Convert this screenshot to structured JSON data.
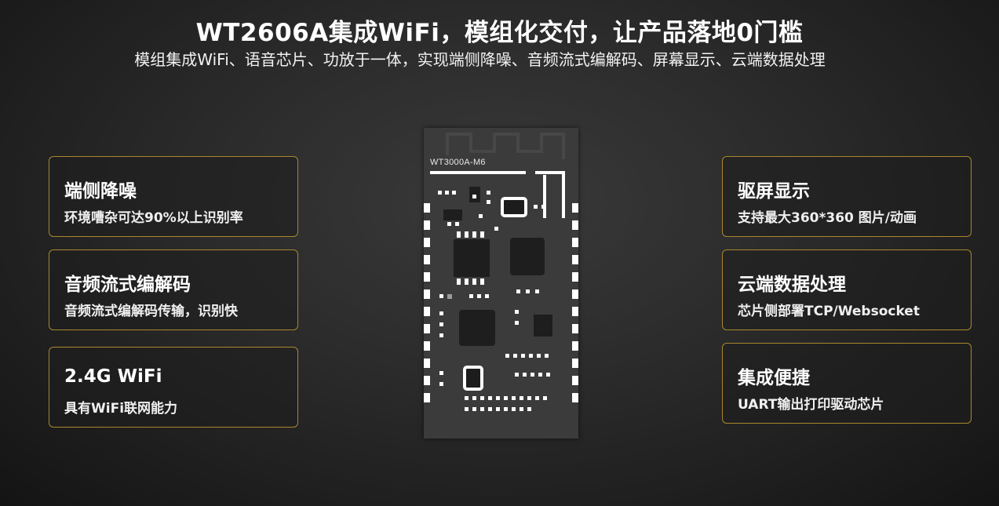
{
  "header": {
    "title": "WT2606A集成WiFi，模组化交付，让产品落地0门槛",
    "subtitle": "模组集成WiFi、语音芯片、功放于一体，实现端侧降噪、音频流式编解码、屏幕显示、云端数据处理"
  },
  "module": {
    "label": "WT3000A-M6"
  },
  "features_left": [
    {
      "title": "端侧降噪",
      "desc": "环境嘈杂可达90%以上识别率"
    },
    {
      "title": "音频流式编解码",
      "desc": "音频流式编解码传输，识别快"
    },
    {
      "title": "2.4G WiFi",
      "desc": "具有WiFi联网能力"
    }
  ],
  "features_right": [
    {
      "title": "驱屏显示",
      "desc": "支持最大360*360 图片/动画"
    },
    {
      "title": "云端数据处理",
      "desc": "芯片侧部署TCP/Websocket"
    },
    {
      "title": "集成便捷",
      "desc": "UART输出打印驱动芯片"
    }
  ],
  "colors": {
    "card_border": "#a8872c",
    "background": "#2a2a2a",
    "pcb": "#3b3b3b",
    "pad": "#ffffff"
  }
}
